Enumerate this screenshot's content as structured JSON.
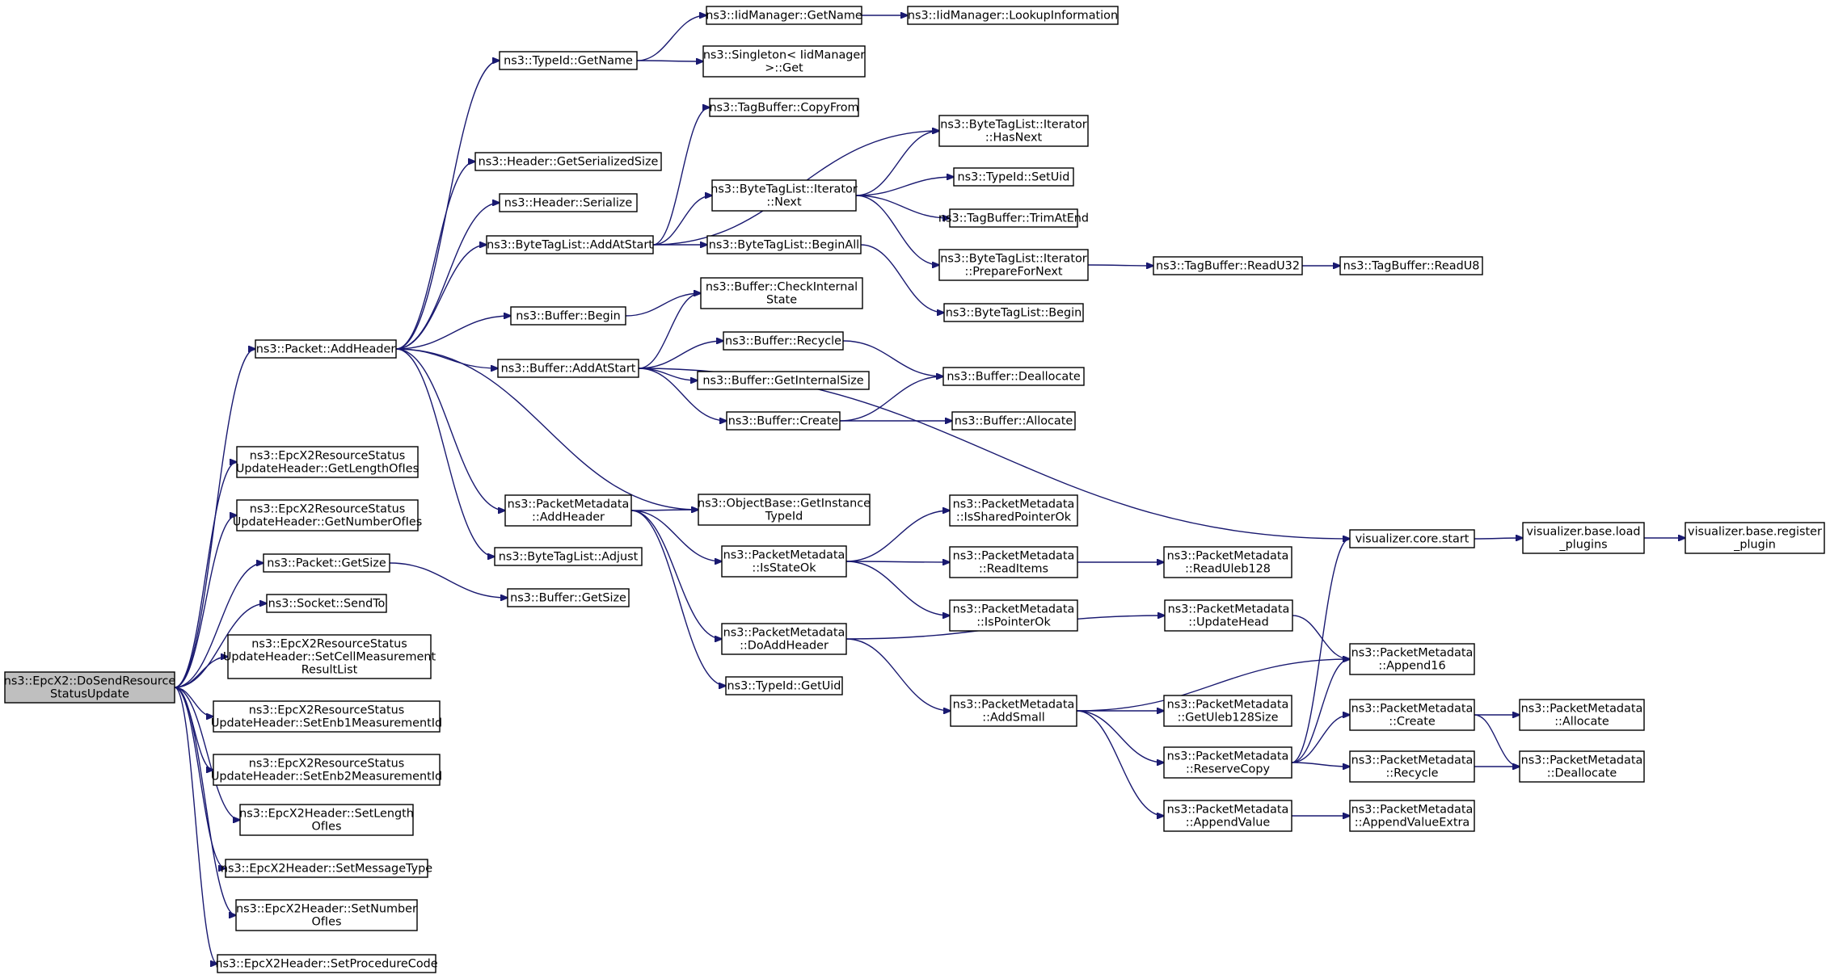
{
  "nodes": [
    {
      "id": "n0",
      "lines": [
        "ns3::EpcX2::DoSendResource",
        "StatusUpdate"
      ],
      "root": true
    },
    {
      "id": "n1",
      "lines": [
        "ns3::Packet::AddHeader"
      ]
    },
    {
      "id": "n2",
      "lines": [
        "ns3::EpcX2ResourceStatus",
        "UpdateHeader::GetLengthOfIes"
      ]
    },
    {
      "id": "n3",
      "lines": [
        "ns3::EpcX2ResourceStatus",
        "UpdateHeader::GetNumberOfIes"
      ]
    },
    {
      "id": "n4",
      "lines": [
        "ns3::Packet::GetSize"
      ]
    },
    {
      "id": "n5",
      "lines": [
        "ns3::Socket::SendTo"
      ]
    },
    {
      "id": "n6",
      "lines": [
        "ns3::EpcX2ResourceStatus",
        "UpdateHeader::SetCellMeasurement",
        "ResultList"
      ]
    },
    {
      "id": "n7",
      "lines": [
        "ns3::EpcX2ResourceStatus",
        "UpdateHeader::SetEnb1MeasurementId"
      ]
    },
    {
      "id": "n8",
      "lines": [
        "ns3::EpcX2ResourceStatus",
        "UpdateHeader::SetEnb2MeasurementId"
      ]
    },
    {
      "id": "n9",
      "lines": [
        "ns3::EpcX2Header::SetLength",
        "OfIes"
      ]
    },
    {
      "id": "n10",
      "lines": [
        "ns3::EpcX2Header::SetMessageType"
      ]
    },
    {
      "id": "n11",
      "lines": [
        "ns3::EpcX2Header::SetNumber",
        "OfIes"
      ]
    },
    {
      "id": "n12",
      "lines": [
        "ns3::EpcX2Header::SetProcedureCode"
      ]
    },
    {
      "id": "n13",
      "lines": [
        "ns3::TypeId::GetName"
      ]
    },
    {
      "id": "n14",
      "lines": [
        "ns3::Header::GetSerializedSize"
      ]
    },
    {
      "id": "n15",
      "lines": [
        "ns3::Header::Serialize"
      ]
    },
    {
      "id": "n16",
      "lines": [
        "ns3::ByteTagList::AddAtStart"
      ]
    },
    {
      "id": "n17",
      "lines": [
        "ns3::Buffer::Begin"
      ]
    },
    {
      "id": "n18",
      "lines": [
        "ns3::Buffer::AddAtStart"
      ]
    },
    {
      "id": "n19",
      "lines": [
        "ns3::PacketMetadata",
        "::AddHeader"
      ]
    },
    {
      "id": "n20",
      "lines": [
        "ns3::ByteTagList::Adjust"
      ]
    },
    {
      "id": "n21",
      "lines": [
        "ns3::Buffer::GetSize"
      ]
    },
    {
      "id": "n22",
      "lines": [
        "ns3::IidManager::GetName"
      ]
    },
    {
      "id": "n23",
      "lines": [
        "ns3::Singleton< IidManager",
        ">::Get"
      ]
    },
    {
      "id": "n24",
      "lines": [
        "ns3::IidManager::LookupInformation"
      ]
    },
    {
      "id": "n25",
      "lines": [
        "ns3::TagBuffer::CopyFrom"
      ]
    },
    {
      "id": "n26",
      "lines": [
        "ns3::ByteTagList::Iterator",
        "::Next"
      ]
    },
    {
      "id": "n27",
      "lines": [
        "ns3::ByteTagList::BeginAll"
      ]
    },
    {
      "id": "n28",
      "lines": [
        "ns3::ByteTagList::Iterator",
        "::HasNext"
      ]
    },
    {
      "id": "n29",
      "lines": [
        "ns3::TypeId::SetUid"
      ]
    },
    {
      "id": "n30",
      "lines": [
        "ns3::TagBuffer::TrimAtEnd"
      ]
    },
    {
      "id": "n31",
      "lines": [
        "ns3::ByteTagList::Iterator",
        "::PrepareForNext"
      ]
    },
    {
      "id": "n32",
      "lines": [
        "ns3::TagBuffer::ReadU32"
      ]
    },
    {
      "id": "n33",
      "lines": [
        "ns3::TagBuffer::ReadU8"
      ]
    },
    {
      "id": "n34",
      "lines": [
        "ns3::ByteTagList::Begin"
      ]
    },
    {
      "id": "n35",
      "lines": [
        "ns3::Buffer::CheckInternal",
        "State"
      ]
    },
    {
      "id": "n36",
      "lines": [
        "ns3::Buffer::Recycle"
      ]
    },
    {
      "id": "n37",
      "lines": [
        "ns3::Buffer::GetInternalSize"
      ]
    },
    {
      "id": "n38",
      "lines": [
        "ns3::Buffer::Create"
      ]
    },
    {
      "id": "n39",
      "lines": [
        "ns3::Buffer::Deallocate"
      ]
    },
    {
      "id": "n40",
      "lines": [
        "ns3::Buffer::Allocate"
      ]
    },
    {
      "id": "n41",
      "lines": [
        "visualizer.core.start"
      ]
    },
    {
      "id": "n42",
      "lines": [
        "visualizer.base.load",
        "_plugins"
      ]
    },
    {
      "id": "n43",
      "lines": [
        "visualizer.base.register",
        "_plugin"
      ]
    },
    {
      "id": "n44",
      "lines": [
        "ns3::ObjectBase::GetInstance",
        "TypeId"
      ]
    },
    {
      "id": "n45",
      "lines": [
        "ns3::PacketMetadata",
        "::IsStateOk"
      ]
    },
    {
      "id": "n46",
      "lines": [
        "ns3::PacketMetadata",
        "::DoAddHeader"
      ]
    },
    {
      "id": "n47",
      "lines": [
        "ns3::TypeId::GetUid"
      ]
    },
    {
      "id": "n48",
      "lines": [
        "ns3::PacketMetadata",
        "::IsSharedPointerOk"
      ]
    },
    {
      "id": "n49",
      "lines": [
        "ns3::PacketMetadata",
        "::ReadItems"
      ]
    },
    {
      "id": "n50",
      "lines": [
        "ns3::PacketMetadata",
        "::IsPointerOk"
      ]
    },
    {
      "id": "n51",
      "lines": [
        "ns3::PacketMetadata",
        "::ReadUleb128"
      ]
    },
    {
      "id": "n52",
      "lines": [
        "ns3::PacketMetadata",
        "::UpdateHead"
      ]
    },
    {
      "id": "n53",
      "lines": [
        "ns3::PacketMetadata",
        "::AddSmall"
      ]
    },
    {
      "id": "n54",
      "lines": [
        "ns3::PacketMetadata",
        "::Append16"
      ]
    },
    {
      "id": "n55",
      "lines": [
        "ns3::PacketMetadata",
        "::GetUleb128Size"
      ]
    },
    {
      "id": "n56",
      "lines": [
        "ns3::PacketMetadata",
        "::ReserveCopy"
      ]
    },
    {
      "id": "n57",
      "lines": [
        "ns3::PacketMetadata",
        "::AppendValue"
      ]
    },
    {
      "id": "n58",
      "lines": [
        "ns3::PacketMetadata",
        "::Create"
      ]
    },
    {
      "id": "n59",
      "lines": [
        "ns3::PacketMetadata",
        "::Recycle"
      ]
    },
    {
      "id": "n60",
      "lines": [
        "ns3::PacketMetadata",
        "::AppendValueExtra"
      ]
    },
    {
      "id": "n61",
      "lines": [
        "ns3::PacketMetadata",
        "::Allocate"
      ]
    },
    {
      "id": "n62",
      "lines": [
        "ns3::PacketMetadata",
        "::Deallocate"
      ]
    }
  ],
  "edges": [
    [
      "n0",
      "n1"
    ],
    [
      "n0",
      "n2"
    ],
    [
      "n0",
      "n3"
    ],
    [
      "n0",
      "n4"
    ],
    [
      "n0",
      "n5"
    ],
    [
      "n0",
      "n6"
    ],
    [
      "n0",
      "n7"
    ],
    [
      "n0",
      "n8"
    ],
    [
      "n0",
      "n9"
    ],
    [
      "n0",
      "n10"
    ],
    [
      "n0",
      "n11"
    ],
    [
      "n0",
      "n12"
    ],
    [
      "n1",
      "n13"
    ],
    [
      "n1",
      "n14"
    ],
    [
      "n1",
      "n15"
    ],
    [
      "n1",
      "n16"
    ],
    [
      "n1",
      "n17"
    ],
    [
      "n1",
      "n18"
    ],
    [
      "n1",
      "n19"
    ],
    [
      "n1",
      "n20"
    ],
    [
      "n1",
      "n44"
    ],
    [
      "n4",
      "n21"
    ],
    [
      "n13",
      "n22"
    ],
    [
      "n13",
      "n23"
    ],
    [
      "n22",
      "n24"
    ],
    [
      "n16",
      "n25"
    ],
    [
      "n16",
      "n28"
    ],
    [
      "n16",
      "n26"
    ],
    [
      "n16",
      "n27"
    ],
    [
      "n26",
      "n28"
    ],
    [
      "n26",
      "n29"
    ],
    [
      "n26",
      "n30"
    ],
    [
      "n26",
      "n31"
    ],
    [
      "n31",
      "n32"
    ],
    [
      "n32",
      "n33"
    ],
    [
      "n27",
      "n34"
    ],
    [
      "n17",
      "n35"
    ],
    [
      "n18",
      "n35"
    ],
    [
      "n18",
      "n36"
    ],
    [
      "n18",
      "n37"
    ],
    [
      "n18",
      "n38"
    ],
    [
      "n18",
      "n41"
    ],
    [
      "n36",
      "n39"
    ],
    [
      "n38",
      "n39"
    ],
    [
      "n38",
      "n40"
    ],
    [
      "n41",
      "n42"
    ],
    [
      "n42",
      "n43"
    ],
    [
      "n19",
      "n44"
    ],
    [
      "n19",
      "n45"
    ],
    [
      "n19",
      "n46"
    ],
    [
      "n19",
      "n47"
    ],
    [
      "n45",
      "n48"
    ],
    [
      "n45",
      "n49"
    ],
    [
      "n45",
      "n50"
    ],
    [
      "n49",
      "n51"
    ],
    [
      "n46",
      "n52"
    ],
    [
      "n46",
      "n53"
    ],
    [
      "n52",
      "n54"
    ],
    [
      "n53",
      "n54"
    ],
    [
      "n53",
      "n55"
    ],
    [
      "n53",
      "n56"
    ],
    [
      "n53",
      "n57"
    ],
    [
      "n56",
      "n41"
    ],
    [
      "n56",
      "n54"
    ],
    [
      "n56",
      "n58"
    ],
    [
      "n56",
      "n59"
    ],
    [
      "n57",
      "n60"
    ],
    [
      "n58",
      "n61"
    ],
    [
      "n58",
      "n62"
    ],
    [
      "n59",
      "n62"
    ]
  ]
}
